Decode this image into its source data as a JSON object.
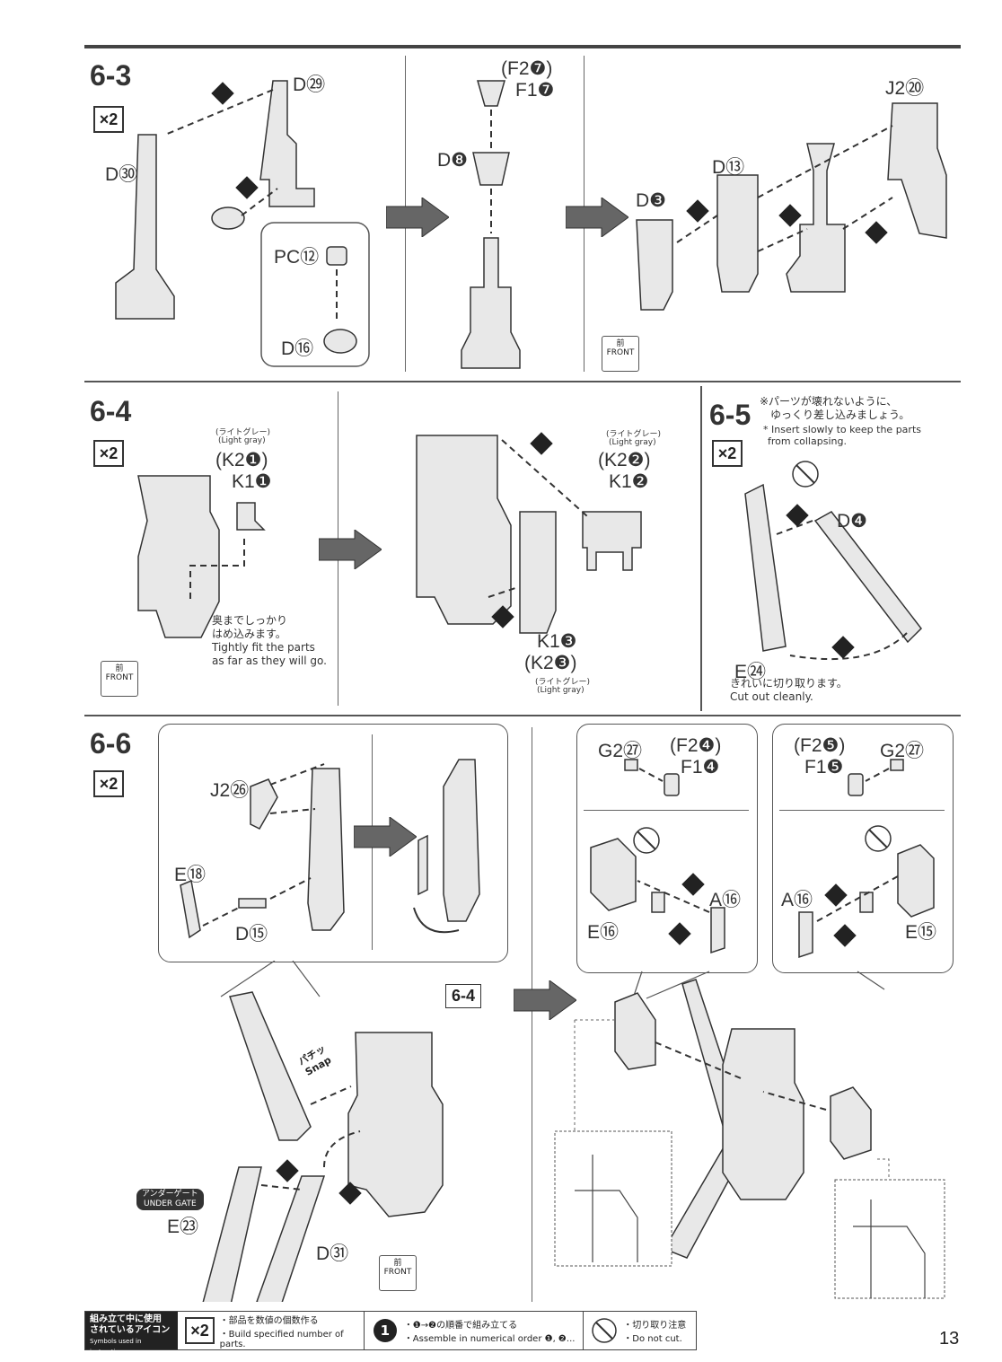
{
  "sections": {
    "s63": {
      "label": "6-3",
      "mult": "×2",
      "parts": {
        "d29": "D㉙",
        "d30": "D㉚",
        "pc12": "PC⑫",
        "d16": "D⑯",
        "f27": "(F2❼)",
        "f17": "F1❼",
        "d8": "D❽",
        "d13": "D⑬",
        "d3": "D❸",
        "j220": "J2⑳"
      },
      "front_kanji": "前",
      "front": "FRONT"
    },
    "s64": {
      "label": "6-4",
      "mult": "×2",
      "light_gray_jp": "(ライトグレー)",
      "light_gray_en": "(Light gray)",
      "parts": {
        "k21": "(K2❶)",
        "k11": "K1❶",
        "k22": "(K2❷)",
        "k12": "K1❷",
        "k13": "K1❸",
        "k23": "(K2❸)"
      },
      "note_jp1": "奥までしっかり",
      "note_jp2": "はめ込みます。",
      "note_en1": "Tightly fit the parts",
      "note_en2": "as far as they will go.",
      "front_kanji": "前",
      "front": "FRONT"
    },
    "s65": {
      "label": "6-5",
      "mult": "×2",
      "warn_jp1": "※パーツが壊れないように、",
      "warn_jp2": "ゆっくり差し込みましょう。",
      "warn_en1": "* Insert slowly to keep the parts",
      "warn_en2": "from collapsing.",
      "parts": {
        "d4": "D❹",
        "e24": "E㉔"
      },
      "cut_jp": "きれいに切り取ります。",
      "cut_en": "Cut out cleanly."
    },
    "s66": {
      "label": "6-6",
      "mult": "×2",
      "parts": {
        "j226": "J2㉖",
        "e18": "E⑱",
        "d15": "D⑮",
        "e23": "E㉓",
        "d31": "D㉛",
        "g227a": "G2㉗",
        "f24": "(F2❹)",
        "f14": "F1❹",
        "a16a": "A⑯",
        "e16": "E⑯",
        "f25": "(F2❺)",
        "g227b": "G2㉗",
        "f15": "F1❺",
        "a16b": "A⑯",
        "e15": "E⑮"
      },
      "ref": "6-4",
      "snap_jp": "パチッ",
      "snap": "Snap",
      "under_gate_jp": "アンダーゲート",
      "under_gate": "UNDER GATE",
      "front_kanji": "前",
      "front": "FRONT"
    }
  },
  "legend": {
    "header_jp1": "組み立て中に使用",
    "header_jp2": "されているアイコン",
    "header_en": "Symbols used in instructions",
    "mult": "×2",
    "mult_jp": "・部品を数値の個数作る",
    "mult_en": "・Build specified number of parts.",
    "order_jp": "・❶→❷の順番で組み立てる",
    "order_en": "・Assemble in numerical order ❶, ❷...",
    "cut_jp": "・切り取り注意",
    "cut_en": "・Do not cut."
  },
  "page_number": "13"
}
